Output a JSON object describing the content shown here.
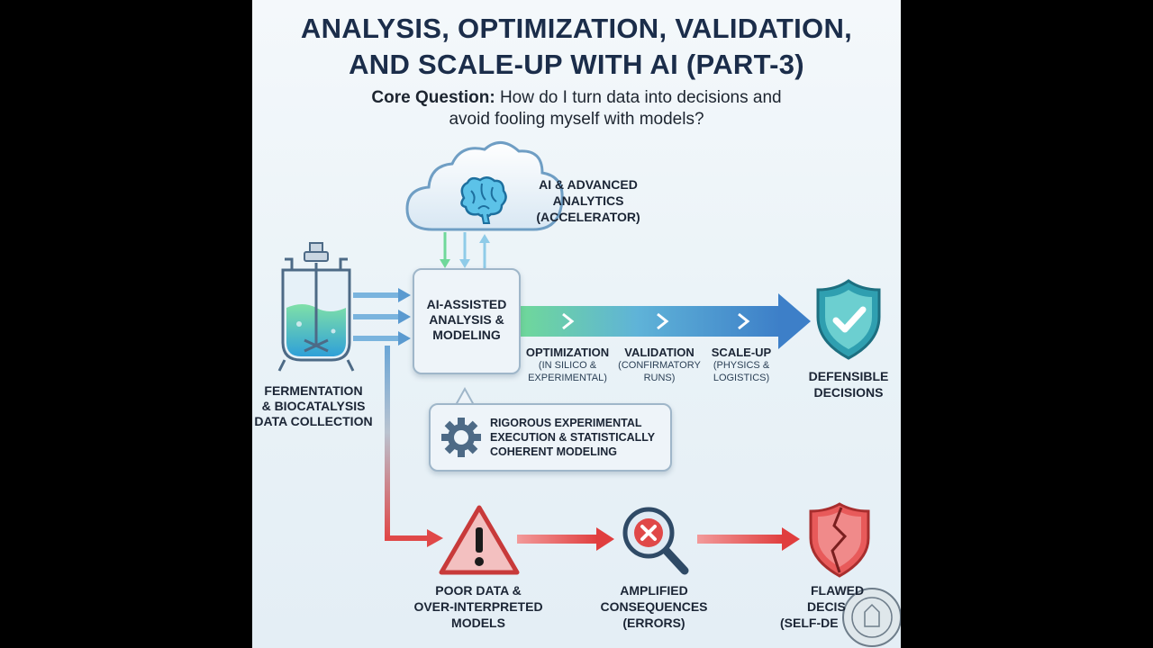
{
  "title_line1": "ANALYSIS, OPTIMIZATION, VALIDATION,",
  "title_line2": "AND SCALE-UP WITH AI (PART-3)",
  "core_question_label": "Core Question:",
  "core_question_line1": "How do I turn data into decisions and",
  "core_question_line2": "avoid fooling myself with models?",
  "cloud": {
    "line1": "AI & ADVANCED",
    "line2": "ANALYTICS",
    "line3": "(ACCELERATOR)",
    "icon": "brain-icon"
  },
  "bioreactor": {
    "line1": "FERMENTATION",
    "line2": "& BIOCATALYSIS",
    "line3": "DATA COLLECTION",
    "icon": "bioreactor-icon"
  },
  "central_box": {
    "line1": "AI-ASSISTED",
    "line2": "ANALYSIS &",
    "line3": "MODELING"
  },
  "steps": [
    {
      "title": "OPTIMIZATION",
      "line1": "(IN SILICO &",
      "line2": "EXPERIMENTAL)"
    },
    {
      "title": "VALIDATION",
      "line1": "(CONFIRMATORY",
      "line2": "RUNS)"
    },
    {
      "title": "SCALE-UP",
      "line1": "(PHYSICS &",
      "line2": "LOGISTICS)"
    }
  ],
  "good_outcome": {
    "line1": "DEFENSIBLE",
    "line2": "DECISIONS",
    "icon": "shield-check-icon"
  },
  "rigor_box": {
    "line1": "RIGOROUS EXPERIMENTAL",
    "line2": "EXECUTION & STATISTICALLY",
    "line3": "COHERENT MODELING",
    "icon": "gear-icon"
  },
  "bad_path": [
    {
      "line1": "POOR DATA &",
      "line2": "OVER-INTERPRETED",
      "line3": "MODELS",
      "icon": "warning-icon"
    },
    {
      "line1": "AMPLIFIED",
      "line2": "CONSEQUENCES",
      "line3": "(ERRORS)",
      "icon": "magnifier-x-icon"
    },
    {
      "line1": "FLAWED",
      "line2": "DECIS",
      "line3": "(SELF-DE",
      "icon": "broken-shield-icon"
    }
  ],
  "colors": {
    "title": "#1b2d4a",
    "good_arrow": "#4f8fd0",
    "green": "#5fcf8f",
    "bad_arrow": "#e04848",
    "shield_teal": "#2f9fb0"
  }
}
